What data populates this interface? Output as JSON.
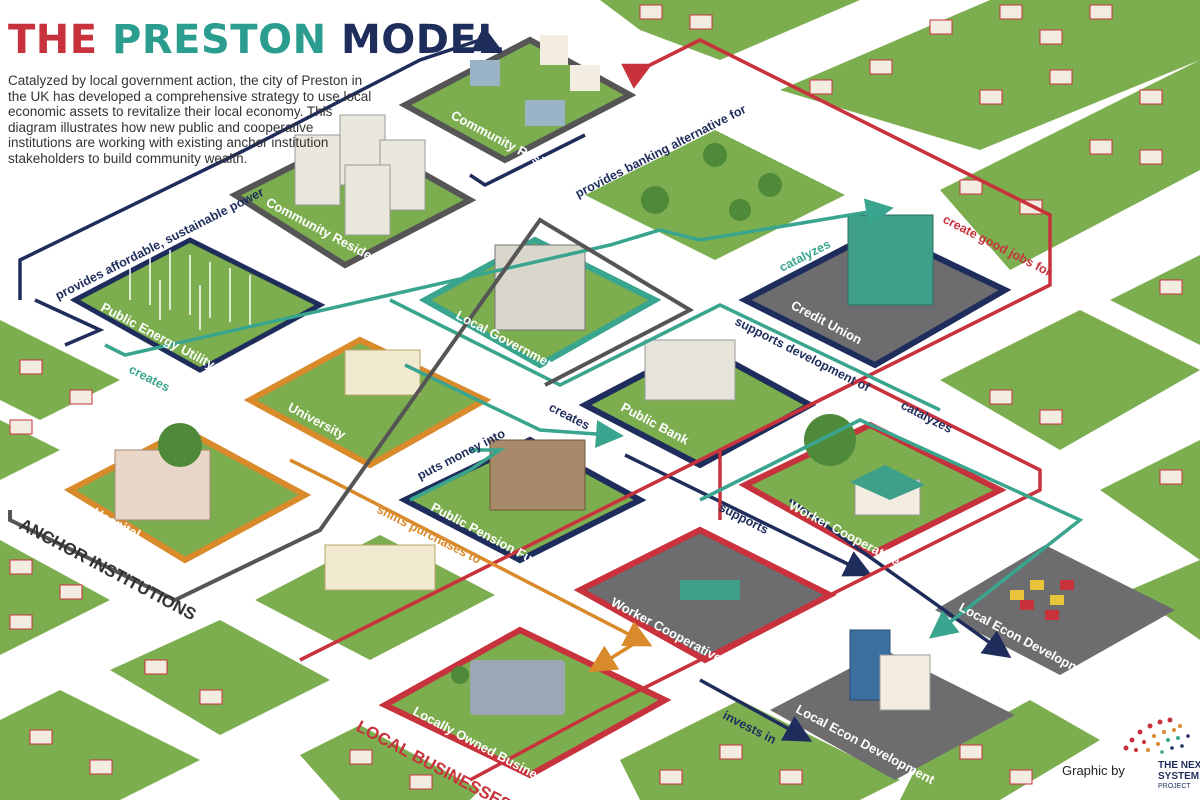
{
  "title": {
    "words": [
      {
        "text": "THE",
        "color": "#c8323c"
      },
      {
        "text": "PRESTON",
        "color": "#2a9d8f"
      },
      {
        "text": "MODEL",
        "color": "#1f2d5c"
      }
    ]
  },
  "intro": "Catalyzed by local government action, the city of Preston in the UK has developed a comprehensive strategy to use local economic assets to revitalize their local economy. This diagram illustrates how new public and cooperative institutions are working with existing anchor institution stakeholders to build community wealth.",
  "colors": {
    "grass": "#7cae4f",
    "road": "#ffffff",
    "navy": "#1f2d5c",
    "red": "#c8323c",
    "teal": "#3aa58e",
    "orange": "#d98a2b",
    "gray": "#555555",
    "lot": "#6d6d70"
  },
  "sections": {
    "anchor": "ANCHOR INSTITUTIONS",
    "local_biz": "LOCAL BUSINESSES"
  },
  "nodes": {
    "community_residents_top": "Community Residents",
    "community_residents_apartments": "Community Residents",
    "public_energy_utility": "Public Energy Utility",
    "local_government": "Local Government",
    "credit_union": "Credit Union",
    "university": "University",
    "public_bank": "Public Bank",
    "hospital": "Hospital",
    "public_pension_fund": "Public Pension Fund",
    "worker_coops_right": "Worker Cooperatives",
    "worker_coops_lot": "Worker Cooperatives",
    "local_econ_dev_right": "Local Econ Development",
    "local_econ_dev_bottom": "Local Econ Development",
    "locally_owned_businesses": "Locally Owned Businesses"
  },
  "relations": {
    "provides_power": "provides affordable, sustainable power",
    "banking_alt": "provides banking alternative for",
    "catalyzes_cu": "catalyzes",
    "create_jobs": "create good jobs for",
    "creates_energy": "creates",
    "supports_dev": "supports development of",
    "creates_bank": "creates",
    "puts_money": "puts money into",
    "catalyzes_wc": "catalyzes",
    "supports": "supports",
    "shifts_purchases": "shifts purchases to",
    "invests_in": "invests in"
  },
  "credit": {
    "graphic_by": "Graphic by",
    "logo_line1": "THE NEXT",
    "logo_line2": "SYSTEM",
    "logo_line3": "PROJECT"
  }
}
